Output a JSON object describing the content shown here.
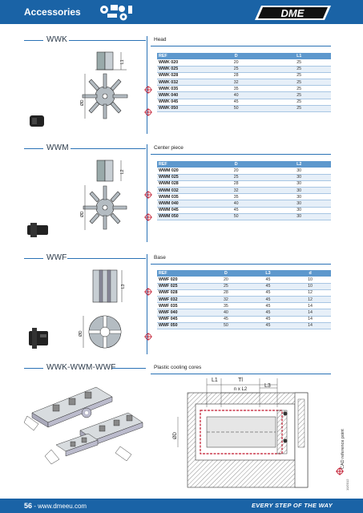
{
  "header": {
    "title": "Accessories",
    "brand": "DME"
  },
  "footer": {
    "page_number": "56",
    "website": "www.dmeeu.com",
    "slogan": "EVERY STEP OF THE WAY"
  },
  "side": {
    "cad_note": "CAD reference point",
    "doc_code": "10/2012"
  },
  "sections": [
    {
      "name": "WWK",
      "label": "Head",
      "dims": {
        "d": "ØD",
        "l": "L1"
      },
      "columns": [
        "REF",
        "D",
        "L1"
      ],
      "rows": [
        [
          "WWK 020",
          "20",
          "25"
        ],
        [
          "WWK 025",
          "25",
          "25"
        ],
        [
          "WWK 028",
          "28",
          "25"
        ],
        [
          "WWK 032",
          "32",
          "25"
        ],
        [
          "WWK 035",
          "35",
          "25"
        ],
        [
          "WWK 040",
          "40",
          "25"
        ],
        [
          "WWK 045",
          "45",
          "25"
        ],
        [
          "WWK 050",
          "50",
          "25"
        ]
      ]
    },
    {
      "name": "WWM",
      "label": "Center piece",
      "dims": {
        "d": "ØD",
        "l": "L2"
      },
      "columns": [
        "REF",
        "D",
        "L2"
      ],
      "rows": [
        [
          "WWM 020",
          "20",
          "30"
        ],
        [
          "WWM 025",
          "25",
          "30"
        ],
        [
          "WWM 028",
          "28",
          "30"
        ],
        [
          "WWM 032",
          "32",
          "30"
        ],
        [
          "WWM 035",
          "35",
          "30"
        ],
        [
          "WWM 040",
          "40",
          "30"
        ],
        [
          "WWM 045",
          "45",
          "30"
        ],
        [
          "WWM 050",
          "50",
          "30"
        ]
      ]
    },
    {
      "name": "WWF",
      "label": "Base",
      "dims": {
        "d": "ØD",
        "l": "L3"
      },
      "columns": [
        "REF",
        "D",
        "L3",
        "d"
      ],
      "rows": [
        [
          "WWF 020",
          "20",
          "45",
          "10"
        ],
        [
          "WWF 025",
          "25",
          "45",
          "10"
        ],
        [
          "WWF 028",
          "28",
          "45",
          "12"
        ],
        [
          "WWF 032",
          "32",
          "45",
          "12"
        ],
        [
          "WWF 035",
          "35",
          "45",
          "14"
        ],
        [
          "WWF 040",
          "40",
          "45",
          "14"
        ],
        [
          "WWF 045",
          "45",
          "45",
          "14"
        ],
        [
          "WWF 050",
          "50",
          "45",
          "14"
        ]
      ]
    }
  ],
  "assembly": {
    "name": "WWK-WWM-WWF",
    "label": "Plastic cooling cores",
    "dims": {
      "l1": "L1",
      "tl": "Tl",
      "nl2": "n x L2",
      "l3": "L3",
      "d": "ØD"
    }
  }
}
